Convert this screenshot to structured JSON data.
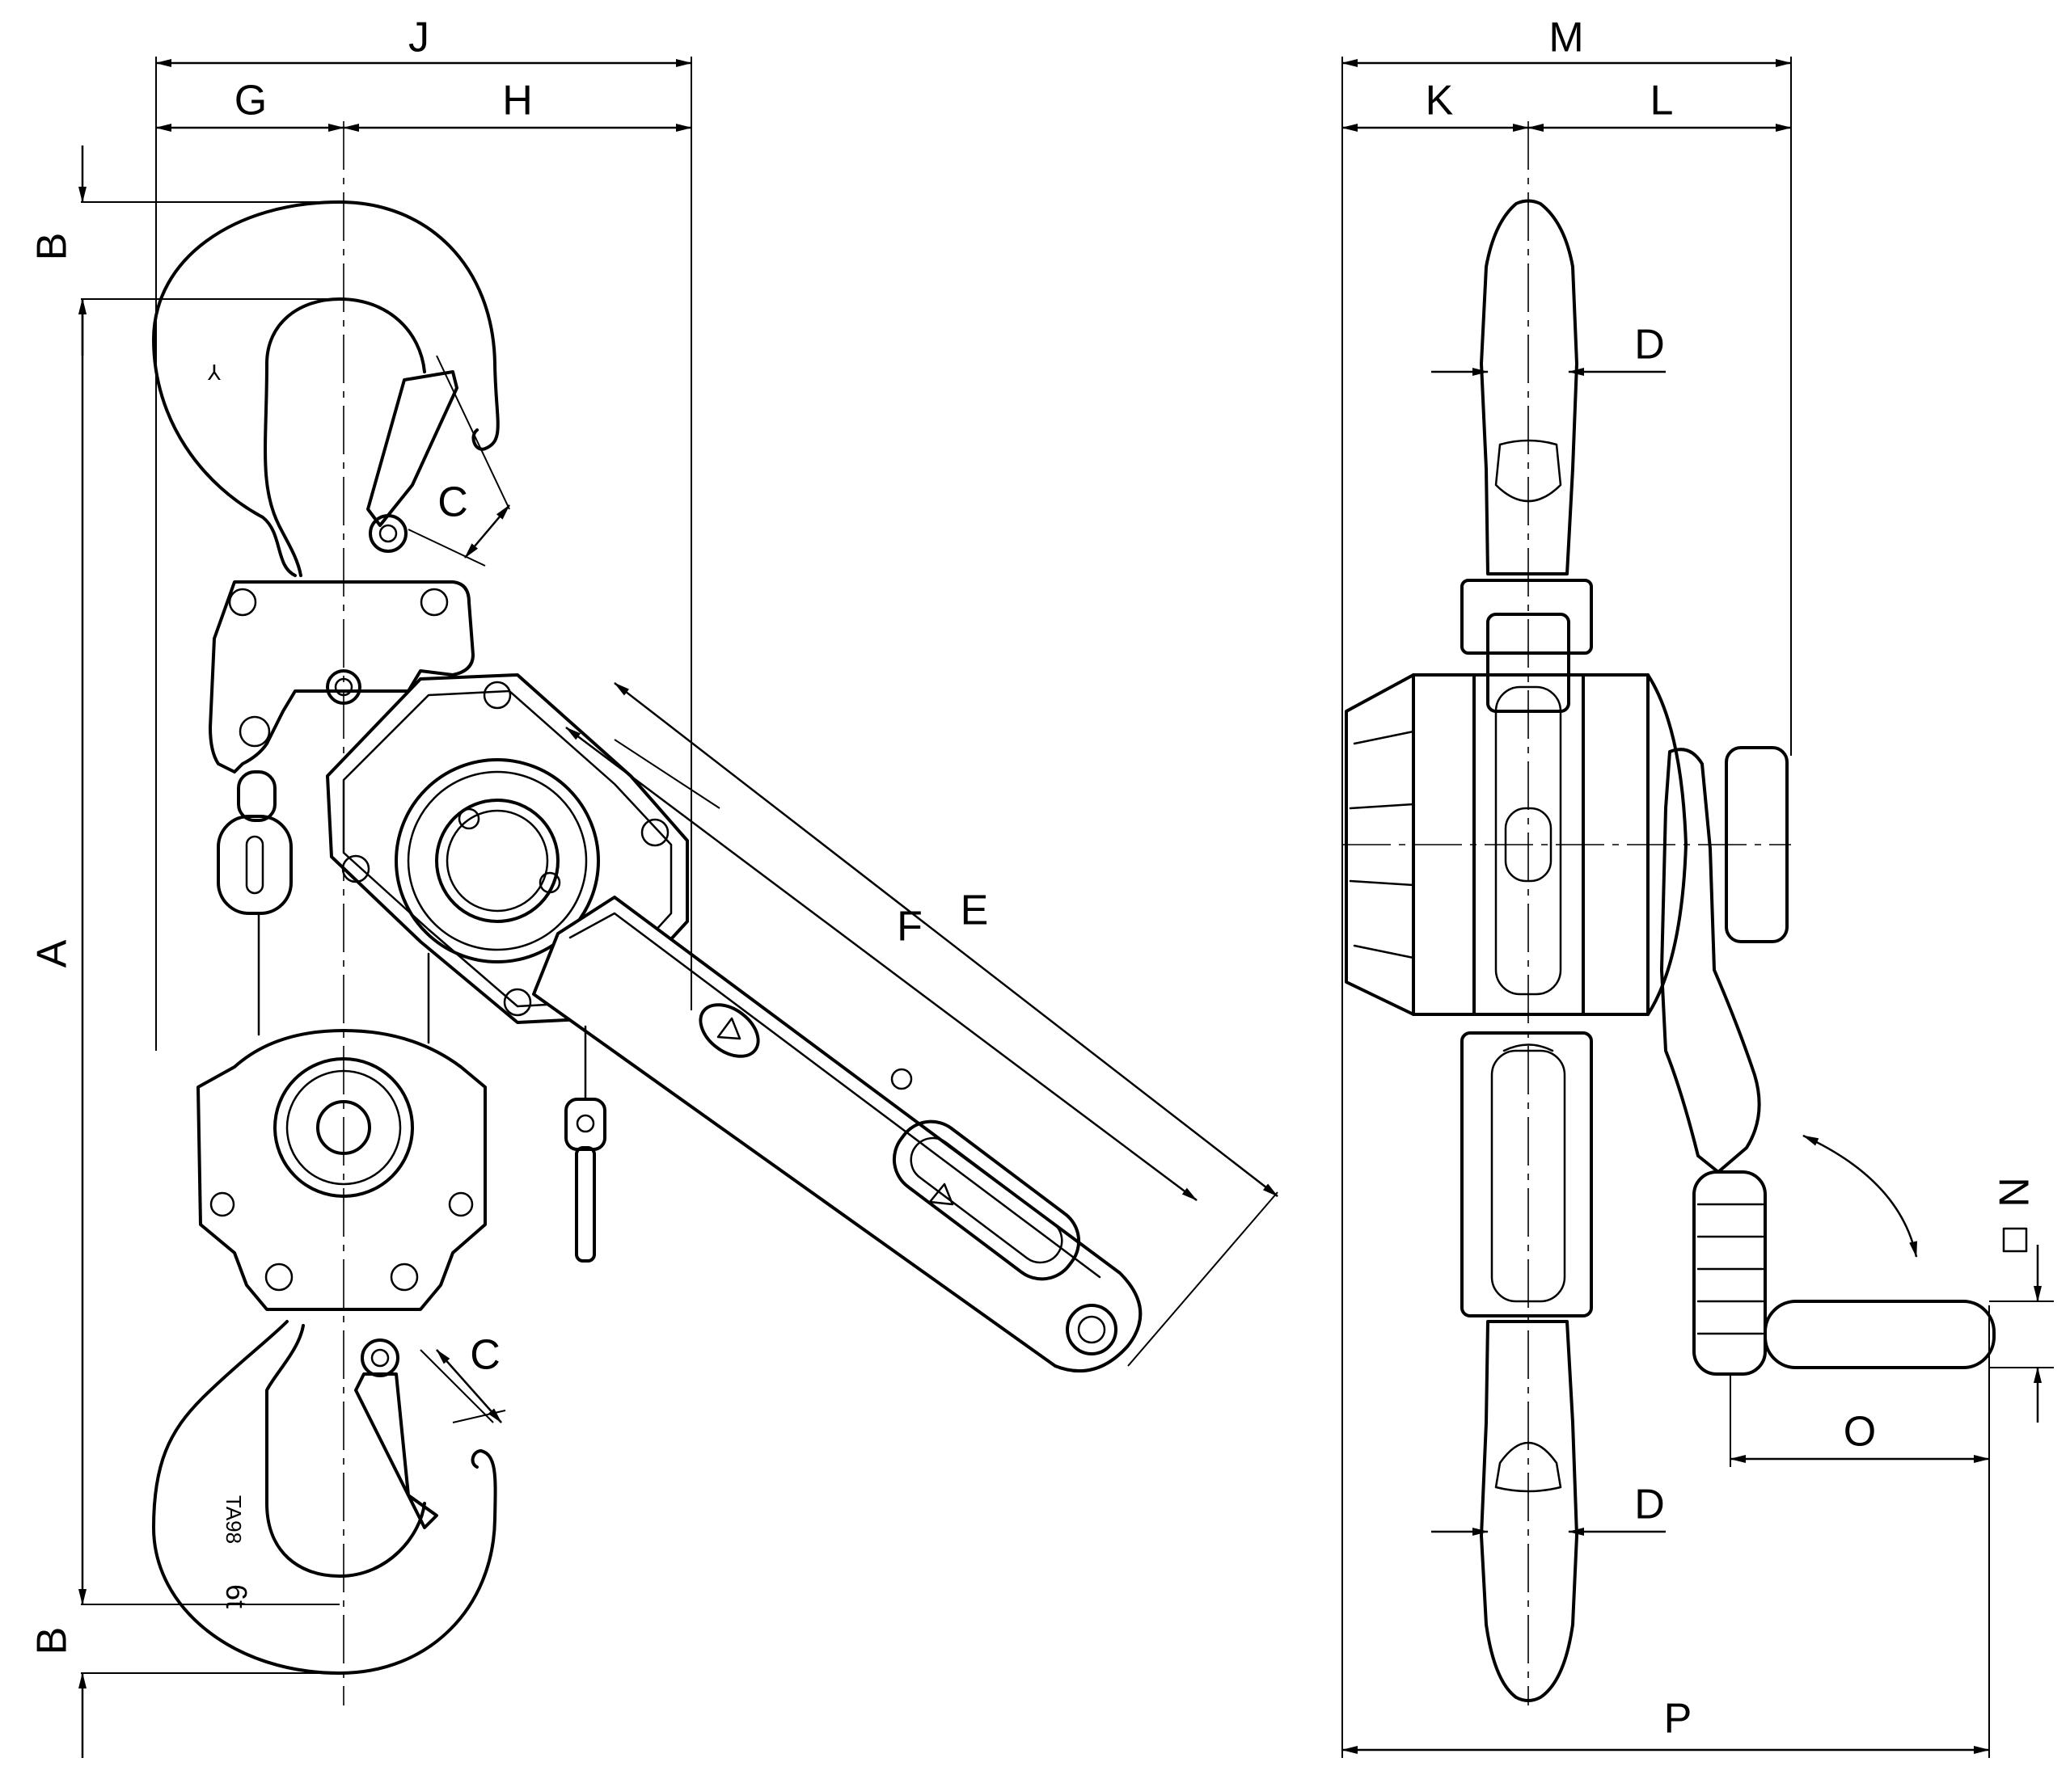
{
  "labels": {
    "A": "A",
    "B": "B",
    "C": "C",
    "D": "D",
    "E": "E",
    "F": "F",
    "G": "G",
    "H": "H",
    "J": "J",
    "K": "K",
    "L": "L",
    "M": "M",
    "N": "N",
    "O": "O",
    "P": "P"
  },
  "markings": {
    "hook_code": "TA98",
    "hook_capacity": "6t"
  }
}
